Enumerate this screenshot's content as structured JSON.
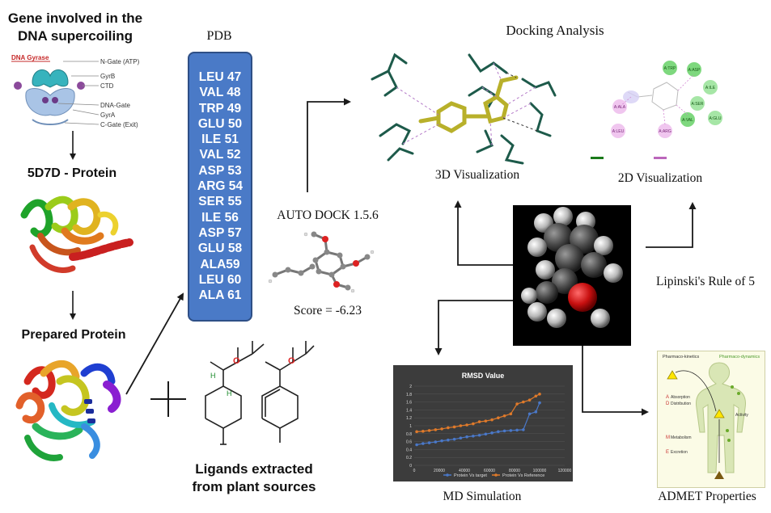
{
  "colors": {
    "residue_bg": "#4a7ac7",
    "residue_border": "#2e4f86",
    "arrow": "#1a1a1a",
    "md_bg": "#3c3c3c",
    "series_blue": "#4a78c8",
    "series_orange": "#e07a2a",
    "ligand_yellow": "#b8b02a",
    "residue_teal": "#1d5a4a"
  },
  "gene": {
    "title_line1": "Gene involved in the",
    "title_line2": "DNA supercoiling",
    "gyrase_label": "DNA Gyrase",
    "parts": [
      "N-Gate (ATP)",
      "GyrB",
      "CTD",
      "DNA-Gate",
      "GyrA",
      "C-Gate (Exit)"
    ]
  },
  "protein": {
    "label": "5D7D - Protein",
    "icon": "ribbon-protein-icon"
  },
  "prepared": {
    "label": "Prepared Protein",
    "icon": "prepared-protein-icon"
  },
  "pdb": {
    "label": "PDB",
    "residues": [
      "LEU 47",
      "VAL 48",
      "TRP 49",
      "GLU 50",
      "ILE 51",
      "VAL 52",
      "ASP 53",
      "ARG 54",
      "SER 55",
      "ILE 56",
      "ASP 57",
      "GLU 58",
      "ALA59",
      "LEU 60",
      "ALA 61"
    ]
  },
  "docking": {
    "tool": "AUTO DOCK 1.5.6",
    "score": "Score = -6.23"
  },
  "ligands": {
    "label_line1": "Ligands extracted",
    "label_line2": "from plant sources",
    "plus": "+"
  },
  "analysis": {
    "title": "Docking Analysis",
    "viz3d": "3D Visualization",
    "viz2d": "2D Visualization",
    "lipinski": "Lipinski's Rule of 5"
  },
  "viz2d_labels": [
    {
      "t": "A:TRP",
      "c": "green"
    },
    {
      "t": "A:ASP",
      "c": "green"
    },
    {
      "t": "A:ILE",
      "c": "green"
    },
    {
      "t": "A:SER",
      "c": "green"
    },
    {
      "t": "A:GLU",
      "c": "green"
    },
    {
      "t": "A:VAL",
      "c": "green"
    },
    {
      "t": "A:ALA",
      "c": "pink"
    },
    {
      "t": "A:LEU",
      "c": "pink"
    },
    {
      "t": "A:ARG",
      "c": "pink"
    }
  ],
  "md": {
    "caption": "MD Simulation",
    "chart_data": {
      "type": "line",
      "title": "RMSD Value",
      "xlim": [
        0,
        120000
      ],
      "ylim": [
        0,
        2
      ],
      "x_ticks": [
        "0",
        "20000",
        "40000",
        "60000",
        "80000",
        "100000",
        "120000"
      ],
      "y_ticks": [
        "0",
        "0.2",
        "0.4",
        "0.6",
        "0.8",
        "1",
        "1.2",
        "1.4",
        "1.6",
        "1.8",
        "2"
      ],
      "legend": "bottom",
      "series": [
        {
          "name": "Protein Vs target",
          "color": "#4a78c8",
          "x": [
            2000,
            7000,
            12000,
            17000,
            22000,
            27000,
            32000,
            37000,
            42000,
            47000,
            52000,
            57000,
            62000,
            67000,
            72000,
            77000,
            82000,
            87000,
            92000,
            97000,
            100000
          ],
          "y": [
            0.52,
            0.55,
            0.57,
            0.59,
            0.62,
            0.64,
            0.66,
            0.69,
            0.72,
            0.74,
            0.76,
            0.79,
            0.82,
            0.85,
            0.87,
            0.88,
            0.89,
            0.9,
            1.3,
            1.35,
            1.58
          ]
        },
        {
          "name": "Protein Vs Reference",
          "color": "#e07a2a",
          "x": [
            2000,
            7000,
            12000,
            17000,
            22000,
            27000,
            32000,
            37000,
            42000,
            47000,
            52000,
            57000,
            62000,
            67000,
            72000,
            77000,
            82000,
            87000,
            92000,
            97000,
            100000
          ],
          "y": [
            0.85,
            0.86,
            0.88,
            0.9,
            0.92,
            0.95,
            0.97,
            1.0,
            1.02,
            1.05,
            1.1,
            1.12,
            1.15,
            1.2,
            1.25,
            1.3,
            1.55,
            1.6,
            1.65,
            1.75,
            1.8
          ]
        }
      ]
    }
  },
  "admet": {
    "caption": "ADMET Properties",
    "pharmacokinetics": "Pharmaco-kinetics",
    "pharmacodynamics": "Pharmaco-dynamics",
    "absorption": "Absorption",
    "distribution": "Distribution",
    "metabolism": "Metabolism",
    "excretion": "Excretion",
    "activity": "Activity",
    "letters": [
      "A",
      "D",
      "M",
      "E"
    ]
  }
}
